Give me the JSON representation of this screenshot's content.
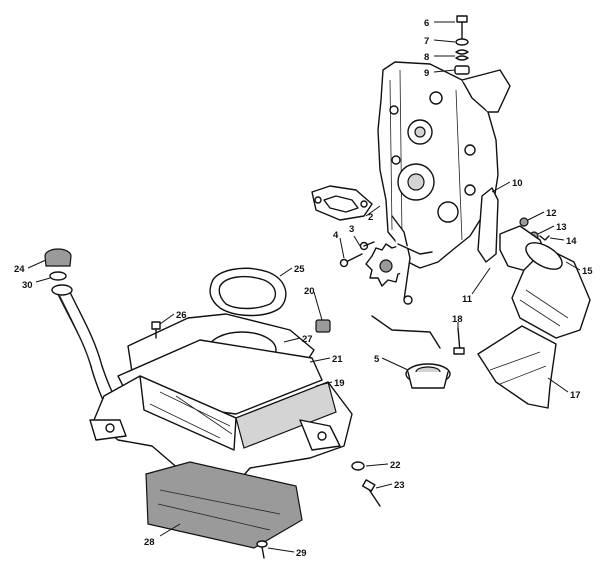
{
  "diagram": {
    "callouts": [
      {
        "id": "p2",
        "label": "2"
      },
      {
        "id": "p3",
        "label": "3"
      },
      {
        "id": "p4",
        "label": "4"
      },
      {
        "id": "p5",
        "label": "5"
      },
      {
        "id": "p6",
        "label": "6"
      },
      {
        "id": "p7",
        "label": "7"
      },
      {
        "id": "p8",
        "label": "8"
      },
      {
        "id": "p9",
        "label": "9"
      },
      {
        "id": "p10",
        "label": "10"
      },
      {
        "id": "p11",
        "label": "11"
      },
      {
        "id": "p12",
        "label": "12"
      },
      {
        "id": "p13",
        "label": "13"
      },
      {
        "id": "p14",
        "label": "14"
      },
      {
        "id": "p15",
        "label": "15"
      },
      {
        "id": "p17",
        "label": "17"
      },
      {
        "id": "p18",
        "label": "18"
      },
      {
        "id": "p19",
        "label": "19"
      },
      {
        "id": "p20",
        "label": "20"
      },
      {
        "id": "p21",
        "label": "21"
      },
      {
        "id": "p22",
        "label": "22"
      },
      {
        "id": "p23",
        "label": "23"
      },
      {
        "id": "p24",
        "label": "24"
      },
      {
        "id": "p25",
        "label": "25"
      },
      {
        "id": "p26",
        "label": "26"
      },
      {
        "id": "p27",
        "label": "27"
      },
      {
        "id": "p28",
        "label": "28"
      },
      {
        "id": "p29",
        "label": "29"
      },
      {
        "id": "p30",
        "label": "30"
      }
    ]
  }
}
